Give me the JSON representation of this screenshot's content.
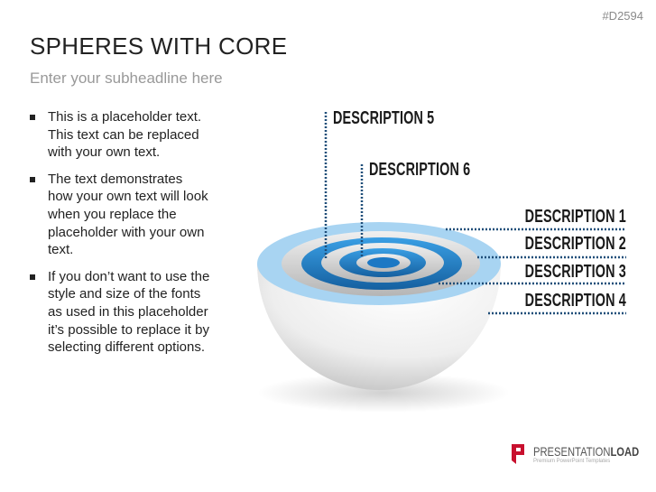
{
  "slide": {
    "code": "#D2594",
    "title": "SPHERES WITH CORE",
    "subheadline": "Enter your subheadline here",
    "bullets": [
      "This is a placeholder text. This text can be replaced with your own text.",
      "The text demonstrates how your own text will look when you replace the placeholder with your own text.",
      "If you don’t want to use the style and size of the fonts as used in this placeholder it’s possible to replace it by selecting different options."
    ]
  },
  "diagram": {
    "labels": [
      "DESCRIPTION 1",
      "DESCRIPTION 2",
      "DESCRIPTION 3",
      "DESCRIPTION 4",
      "DESCRIPTION 5",
      "DESCRIPTION 6"
    ],
    "colors": {
      "blue": "#2a8fd6",
      "light_blue": "#a8d4f2",
      "grey": "#d9d9d9",
      "line": "#1f4e79"
    }
  },
  "logo": {
    "name_light": "PRESENTATION",
    "name_bold": "LOAD",
    "tagline": "Premium PowerPoint Templates"
  }
}
